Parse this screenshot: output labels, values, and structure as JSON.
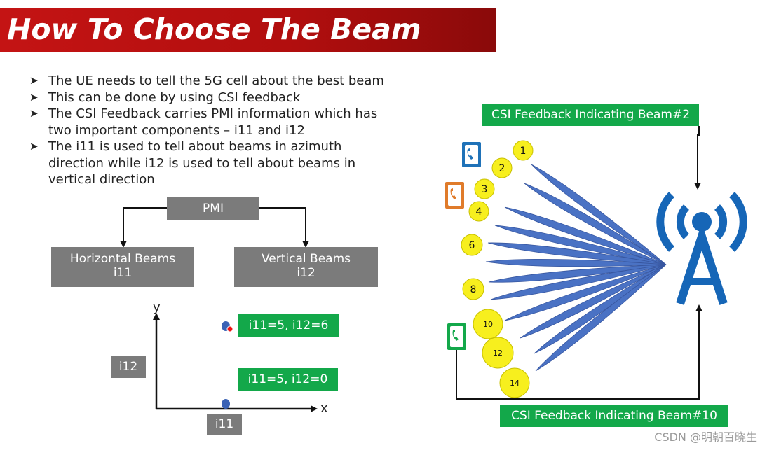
{
  "title": "How To Choose The Beam",
  "bullets": [
    {
      "line1": "The UE needs to tell the 5G cell about the best beam",
      "line2": "",
      "line3": ""
    },
    {
      "line1": "This can be done by using CSI feedback",
      "line2": "",
      "line3": ""
    },
    {
      "line1": "The CSI Feedback carries PMI information which has",
      "line2": "two important components – i11 and i12",
      "line3": ""
    },
    {
      "line1": "The i11 is used to tell about beams in azimuth",
      "line2": "direction while i12 is used to tell about beams in",
      "line3": "vertical direction"
    }
  ],
  "pmi_tree": {
    "root": "PMI",
    "left": {
      "line1": "Horizontal Beams",
      "line2": "i11"
    },
    "right": {
      "line1": "Vertical Beams",
      "line2": "i12"
    }
  },
  "axes": {
    "x_label": "x",
    "y_label": "y",
    "x_box": "i11",
    "y_box": "i12",
    "point_a_label": "i11=5, i12=6",
    "point_b_label": "i11=5, i12=0"
  },
  "beam_diagram": {
    "top_label": "CSI Feedback Indicating Beam#2",
    "bottom_label": "CSI Feedback Indicating Beam#10",
    "beam_numbers": [
      "1",
      "2",
      "3",
      "4",
      "6",
      "8",
      "10",
      "12",
      "14"
    ],
    "phone_colors": [
      "#1f72b8",
      "#e07b2a",
      "#13a84a"
    ],
    "tower_color": "#1666b7",
    "beam_color": "#4a72c4",
    "circle_color": "#f7ef1e"
  },
  "watermark": "CSDN @明朝百晓生"
}
